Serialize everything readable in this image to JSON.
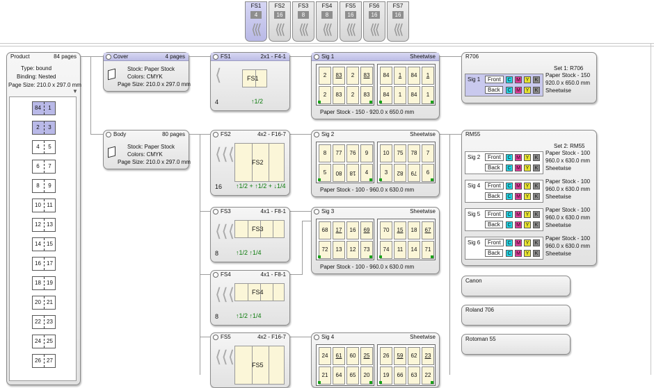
{
  "tabs": [
    {
      "label": "FS1",
      "count": "4",
      "active": true
    },
    {
      "label": "FS2",
      "count": "16",
      "active": false
    },
    {
      "label": "FS3",
      "count": "8",
      "active": false
    },
    {
      "label": "FS4",
      "count": "8",
      "active": false
    },
    {
      "label": "FS5",
      "count": "16",
      "active": false
    },
    {
      "label": "FS6",
      "count": "16",
      "active": false
    },
    {
      "label": "FS7",
      "count": "16",
      "active": false
    }
  ],
  "product": {
    "title": "Product",
    "pages": "84 pages",
    "type": "Type: bound",
    "binding": "Binding: Nested",
    "size": "Page Size: 210.0 x 297.0 mm",
    "spreads": [
      [
        "84",
        "1"
      ],
      [
        "2",
        "3"
      ],
      [
        "4",
        "5"
      ],
      [
        "6",
        "7"
      ],
      [
        "8",
        "9"
      ],
      [
        "10",
        "11"
      ],
      [
        "12",
        "13"
      ],
      [
        "14",
        "15"
      ],
      [
        "16",
        "17"
      ],
      [
        "18",
        "19"
      ],
      [
        "20",
        "21"
      ],
      [
        "22",
        "23"
      ],
      [
        "24",
        "25"
      ],
      [
        "26",
        "27"
      ]
    ]
  },
  "cover": {
    "title": "Cover",
    "pages": "4 pages",
    "stock": "Stock: Paper Stock",
    "colors": "Colors: CMYK",
    "size": "Page Size: 210.0 x 297.0 mm"
  },
  "body": {
    "title": "Body",
    "pages": "80 pages",
    "stock": "Stock: Paper Stock",
    "colors": "Colors: CMYK",
    "size": "Page Size: 210.0 x 297.0 mm"
  },
  "foldsheets": [
    {
      "id": "FS1",
      "scheme": "2x1 - F4-1",
      "count": "4",
      "label": "FS1",
      "arrows": "↑1/2"
    },
    {
      "id": "FS2",
      "scheme": "4x2 - F16-7",
      "count": "16",
      "label": "FS2",
      "arrows": "↑1/2 + ↑1/2 + ↓1/4"
    },
    {
      "id": "FS3",
      "scheme": "4x1 - F8-1",
      "count": "8",
      "label": "FS3",
      "arrows": "↑1/2 ↑1/4"
    },
    {
      "id": "FS4",
      "scheme": "4x1 - F8-1",
      "count": "8",
      "label": "FS4",
      "arrows": "↑1/2 ↑1/4"
    },
    {
      "id": "FS5",
      "scheme": "4x2 - F16-7",
      "count": "",
      "label": "FS5",
      "arrows": ""
    }
  ],
  "sigs": [
    {
      "id": "Sig 1",
      "mode": "Sheetwise",
      "footer": "Paper Stock   -   150   -   920.0 x 650.0 mm",
      "left": [
        [
          "2",
          "83",
          "2",
          "83"
        ],
        [
          "2",
          "83",
          "2",
          "83"
        ]
      ],
      "right": [
        [
          "84",
          "1",
          "84",
          "1"
        ],
        [
          "84",
          "1",
          "84",
          "1"
        ]
      ]
    },
    {
      "id": "Sig 2",
      "mode": "Sheetwise",
      "footer": "Paper Stock   -   100   -   960.0 x 630.0 mm",
      "left": [
        [
          "8",
          "77",
          "76",
          "9"
        ],
        [
          "5",
          "80",
          "18",
          "4"
        ]
      ],
      "right": [
        [
          "10",
          "75",
          "78",
          "7"
        ],
        [
          "3",
          "82",
          "79",
          "6"
        ]
      ]
    },
    {
      "id": "Sig 3",
      "mode": "Sheetwise",
      "footer": "Paper Stock   -   100   -   960.0 x 630.0 mm",
      "left": [
        [
          "68",
          "17",
          "16",
          "69"
        ],
        [
          "72",
          "13",
          "12",
          "73"
        ]
      ],
      "right": [
        [
          "70",
          "15",
          "18",
          "67"
        ],
        [
          "74",
          "11",
          "14",
          "71"
        ]
      ]
    },
    {
      "id": "Sig 4",
      "mode": "Sheetwise",
      "footer": "",
      "left": [
        [
          "24",
          "61",
          "60",
          "25"
        ],
        [
          "21",
          "64",
          "65",
          "20"
        ]
      ],
      "right": [
        [
          "26",
          "59",
          "62",
          "23"
        ],
        [
          "19",
          "66",
          "63",
          "22"
        ]
      ]
    }
  ],
  "presses": [
    {
      "name": "R706",
      "set": "Set 1:   R706",
      "rows": [
        {
          "sig": "Sig 1",
          "stock": "Paper Stock - 150",
          "size": "920.0 x 650.0 mm",
          "mode": "Sheetwise"
        }
      ]
    },
    {
      "name": "RM55",
      "set": "Set 2:   RM55",
      "rows": [
        {
          "sig": "Sig 2",
          "stock": "Paper Stock - 100",
          "size": "960.0 x 630.0 mm",
          "mode": "Sheetwise"
        },
        {
          "sig": "Sig 4",
          "stock": "Paper Stock - 100",
          "size": "960.0 x 630.0 mm",
          "mode": "Sheetwise"
        },
        {
          "sig": "Sig 5",
          "stock": "Paper Stock - 100",
          "size": "960.0 x 630.0 mm",
          "mode": "Sheetwise"
        },
        {
          "sig": "Sig 6",
          "stock": "Paper Stock - 100",
          "size": "960.0 x 630.0 mm",
          "mode": "Sheetwise"
        }
      ]
    }
  ],
  "press_labels": {
    "front": "Front",
    "back": "Back",
    "c": "C",
    "m": "M",
    "y": "Y",
    "k": "K"
  },
  "devices": [
    "Canon",
    "Roland 706",
    "Rotoman 55"
  ]
}
